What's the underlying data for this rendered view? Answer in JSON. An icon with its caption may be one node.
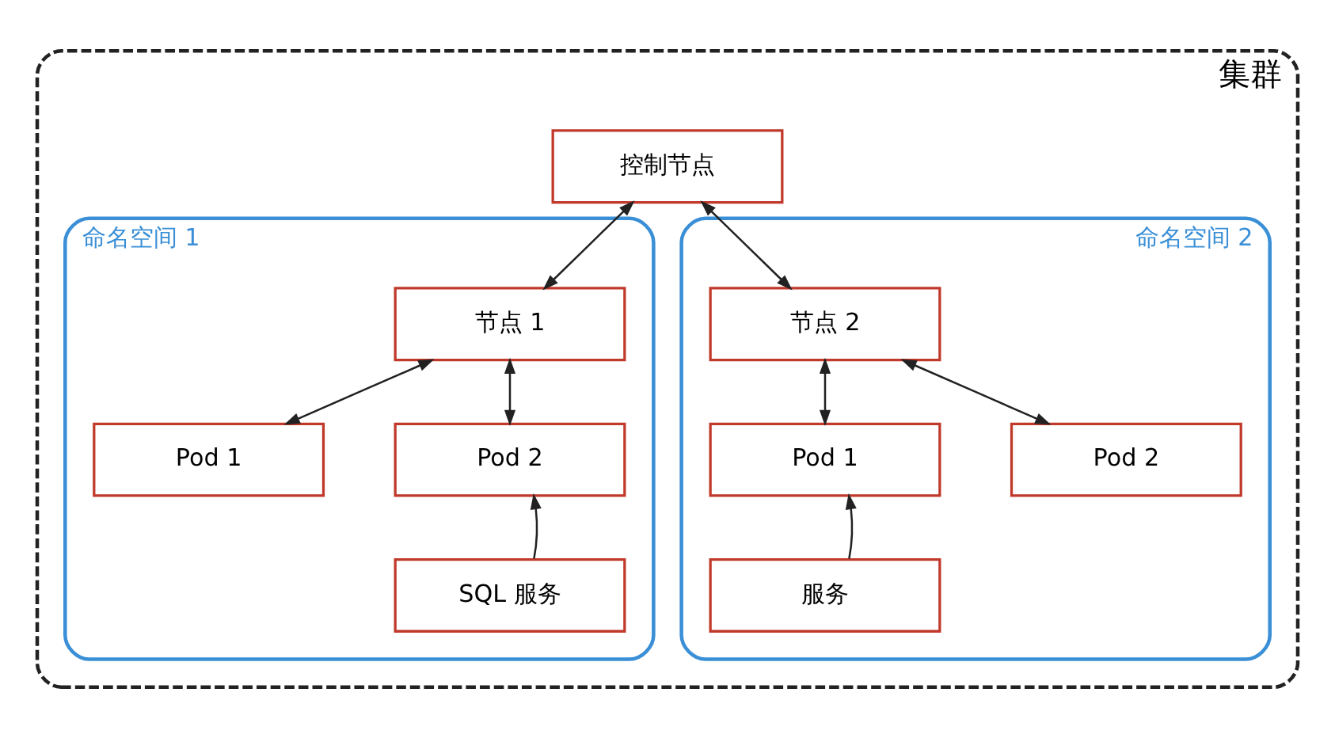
{
  "diagram": {
    "nodes": [
      {
        "text": [
          "集群"
        ]
      },
      {
        "text": [
          "控制节点"
        ],
        "in": 0
      },
      {
        "text": [
          "命名空间 1"
        ],
        "in": 0
      },
      {
        "text": [
          "节点 1"
        ],
        "in": 2
      },
      {
        "text": [
          "Pod 1"
        ],
        "in": 2
      },
      {
        "text": [
          "Pod 2"
        ],
        "in": 2
      },
      {
        "text": [
          "SQL 服务"
        ],
        "in": 2
      },
      {
        "text": [
          "命名空间 2"
        ],
        "in": 0
      },
      {
        "text": [
          "节点 2"
        ],
        "in": 7
      },
      {
        "text": [
          "Pod 1"
        ],
        "in": 7
      },
      {
        "text": [
          "Pod 2"
        ],
        "in": 7
      },
      {
        "text": [
          "服务"
        ],
        "in": 7
      }
    ],
    "edges": [
      {
        "from": 1,
        "to": 3,
        "arrow": "both"
      },
      {
        "from": 1,
        "to": 8,
        "arrow": "both"
      },
      {
        "from": 3,
        "to": 4,
        "arrow": "both"
      },
      {
        "from": 3,
        "to": 5,
        "arrow": "both"
      },
      {
        "from": 8,
        "to": 9,
        "arrow": "both"
      },
      {
        "from": 8,
        "to": 10,
        "arrow": "both"
      },
      {
        "from": 6,
        "to": 5,
        "arrow": "to"
      },
      {
        "from": 11,
        "to": 9,
        "arrow": "to"
      }
    ]
  }
}
